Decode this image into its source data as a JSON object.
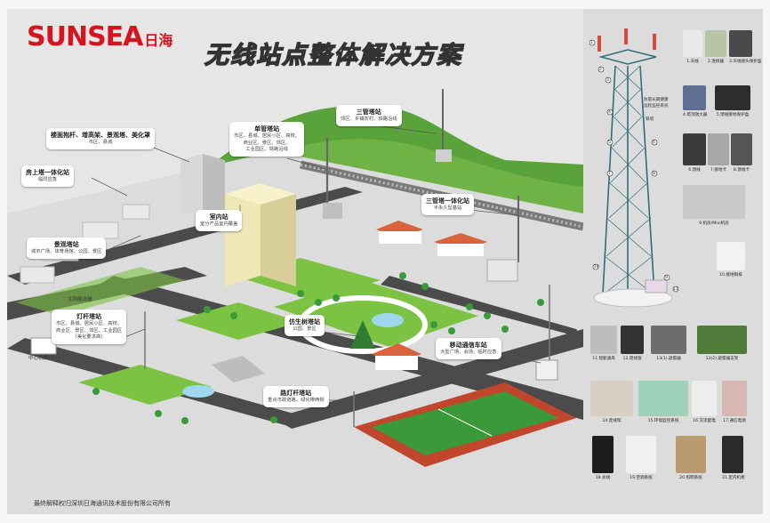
{
  "logo": {
    "brand": "SUNSEA",
    "cn": "日海"
  },
  "title": "无线站点整体解决方案",
  "footer": "最终解释权归深圳日海通讯技术股份有限公司所有",
  "callouts": [
    {
      "id": "floor",
      "title": "楼面抱杆、增高架、景观塔、美化罩",
      "desc": [
        "市区、县城"
      ]
    },
    {
      "id": "rooftop",
      "title": "房上塔一体化站",
      "desc": [
        "临时应急"
      ]
    },
    {
      "id": "landscape",
      "title": "景观塔站",
      "desc": [
        "城市广场、体育场馆、公园、景区"
      ]
    },
    {
      "id": "single",
      "title": "单管塔站",
      "desc": [
        "市区、县城、居民小区、高校、",
        "商业区、景区、郊区、",
        "工业园区、铁路沿线"
      ]
    },
    {
      "id": "triple",
      "title": "三管塔站",
      "desc": [
        "郊区、乡镇农村、铁路沿线"
      ]
    },
    {
      "id": "indoor",
      "title": "室内站",
      "desc": [
        "室分产品室内覆盖"
      ]
    },
    {
      "id": "tripleint",
      "title": "三管塔一体化站",
      "desc": [
        "半永久型基站"
      ]
    },
    {
      "id": "lamp",
      "title": "灯杆塔站",
      "desc": [
        "市区、县城、居民小区、高校、",
        "商业区、景区、郊区、工业园区",
        "（美化要求高）"
      ]
    },
    {
      "id": "tree",
      "title": "仿生树塔站",
      "desc": [
        "公园、景区"
      ]
    },
    {
      "id": "mobile",
      "title": "移动通信车站",
      "desc": [
        "大型广场、会场、临时应急"
      ]
    },
    {
      "id": "street",
      "title": "路灯杆塔站",
      "desc": [
        "重点市政道路、绿化带两侧"
      ]
    }
  ],
  "plain_labels": {
    "solar": "太阳能设施",
    "center": "中心机房"
  },
  "tower_labels": {
    "n1": "1",
    "n2": "2",
    "n3": "3",
    "n4": "4",
    "n5": "5",
    "n6": "6",
    "n7": "7",
    "n8": "8",
    "n9": "9",
    "n10": "10",
    "n11": "11",
    "t1": "防雷长期健康",
    "t2": "远程监控系统",
    "t3": "铁塔"
  },
  "equipment": [
    {
      "id": "e1",
      "label": "1.天线",
      "color": "#e9e9e9"
    },
    {
      "id": "e2",
      "label": "2.连接器",
      "color": "#b9c4a6"
    },
    {
      "id": "e3",
      "label": "3.天线接头保护盒",
      "color": "#4a4a4a"
    },
    {
      "id": "e4",
      "label": "4.塔顶放大器",
      "color": "#5f6f94"
    },
    {
      "id": "e5",
      "label": "5.馈线接地保护盒",
      "color": "#2d2d2d"
    },
    {
      "id": "e6",
      "label": "6.馈线",
      "color": "#3b3b3b"
    },
    {
      "id": "e7",
      "label": "7.接地卡",
      "color": "#a7a7a7"
    },
    {
      "id": "e8",
      "label": "8.馈线卡",
      "color": "#555555"
    },
    {
      "id": "e9",
      "label": "9.机房/Mini机房",
      "color": "#c9c9c9"
    },
    {
      "id": "e10",
      "label": "10.接地铜排",
      "color": "#f2f2f2"
    },
    {
      "id": "e11",
      "label": "11.智能通风",
      "color": "#bdbdbd"
    },
    {
      "id": "e12",
      "label": "12.馈线窗",
      "color": "#333333"
    },
    {
      "id": "e13a",
      "label": "13(1).避雷器",
      "color": "#6d6d6d"
    },
    {
      "id": "e13b",
      "label": "13(2).避雷器支架",
      "color": "#4f7a3a"
    },
    {
      "id": "e14",
      "label": "14.走线架",
      "color": "#d8d0c4"
    },
    {
      "id": "e15",
      "label": "15.环境监控系统",
      "color": "#9fd0b9"
    },
    {
      "id": "e16",
      "label": "16.交流配电",
      "color": "#ededed"
    },
    {
      "id": "e17",
      "label": "17.通信电源",
      "color": "#d7b7b4"
    },
    {
      "id": "e18",
      "label": "18.总线",
      "color": "#1d1d1d"
    },
    {
      "id": "e19",
      "label": "19.空调系统",
      "color": "#f0f0f0"
    },
    {
      "id": "e20",
      "label": "20.照明系统",
      "color": "#b99b6f"
    },
    {
      "id": "e21",
      "label": "21.室内机柜",
      "color": "#2b2b2b"
    }
  ],
  "colors": {
    "brand": "#d7141e",
    "grass": "#7cc243",
    "hill": "#5aa33b",
    "road": "#4b4b4b",
    "track": "#c0472c",
    "field": "#3a9a3a",
    "roof": "#d9633b",
    "tower": "#2f6e78"
  }
}
